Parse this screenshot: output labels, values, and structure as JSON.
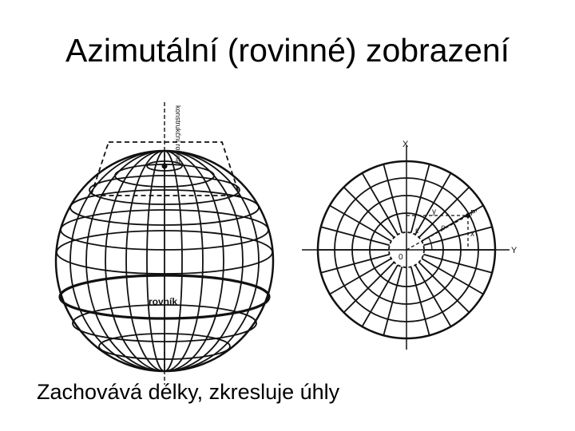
{
  "slide": {
    "title": "Azimutální (rovinné) zobrazení",
    "caption": "Zachovává délky, zkresluje úhly"
  },
  "figure": {
    "globe": {
      "plane_label": "konstrukční rovina",
      "equator_label": "rovník"
    },
    "projection": {
      "x_axis_label": "X",
      "y_axis_label": "Y",
      "origin_label": "0",
      "point_label": "P'",
      "epsilon_label": "ε",
      "rho_label": "ρ",
      "x_label": "x",
      "y_label": "y"
    }
  },
  "colors": {
    "ink": "#111111",
    "background": "#ffffff"
  }
}
